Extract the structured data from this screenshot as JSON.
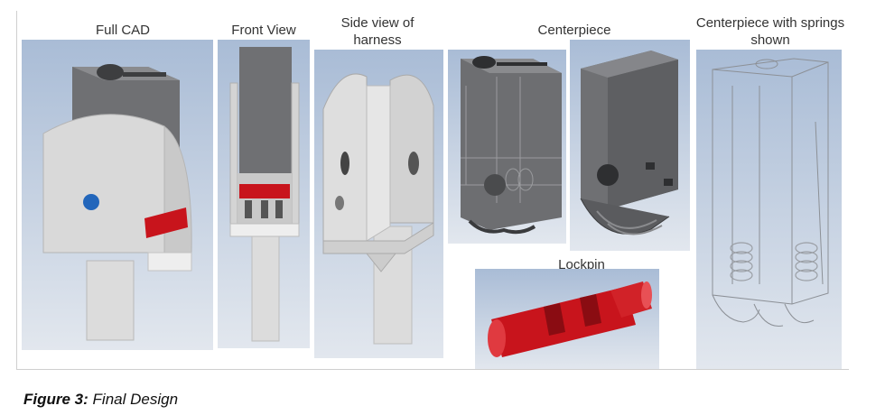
{
  "panels": {
    "full_cad": {
      "label": "Full CAD"
    },
    "front_view": {
      "label": "Front View"
    },
    "side_view": {
      "label": "Side view of harness"
    },
    "centerpiece": {
      "label": "Centerpiece"
    },
    "centerpiece_springs": {
      "label": "Centerpiece with springs shown"
    },
    "lockpin": {
      "label": "Lockpin"
    }
  },
  "caption": {
    "label": "Figure 3:",
    "text": "Final Design"
  },
  "colors": {
    "viewport_top": "#a9bcd6",
    "viewport_bottom": "#e2e7ee",
    "body_gray": "#6f7073",
    "harness_gray": "#d9d9d9",
    "lockpin_red": "#c8141c",
    "marker_blue": "#2266bb"
  }
}
